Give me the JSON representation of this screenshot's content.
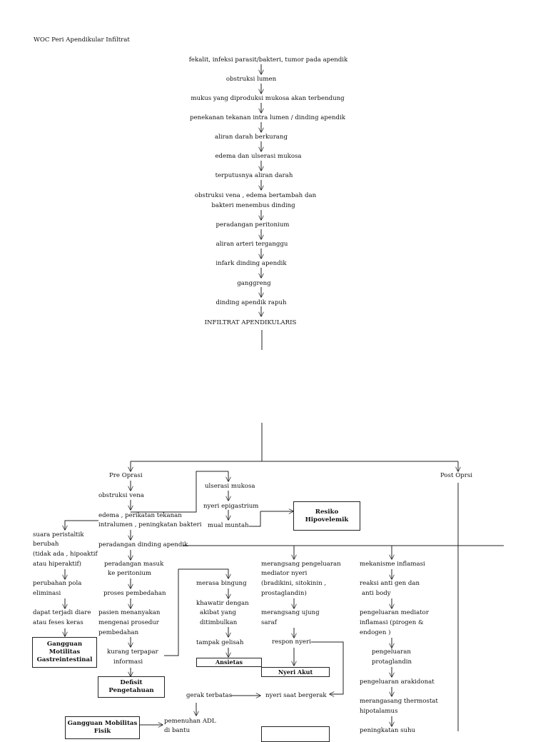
{
  "title": "WOC Peri Apendikular Infiltrat",
  "chain": [
    "fekalit, infeksi parasit/bakteri, tumor pada apendik",
    "obstruksi lumen",
    "mukus yang diproduksi mukosa akan terbendung",
    "penekanan tekanan intra lumen / dinding apendik",
    "aliran darah berkurang",
    "edema dan ulserasi mukosa",
    "terputusnya aliran darah",
    "obstruksi vena , edema bertambah dan",
    "bakteri menembus dinding",
    "peradangan peritonium",
    "aliran arteri terganggu",
    "infark dinding apendik",
    "ganggreng",
    "dinding apendik rapuh",
    "INFILTRAT APENDIKULARIS"
  ],
  "branches": {
    "pre": "Pre Oprasi",
    "post": "Post Oprsi"
  },
  "pre": {
    "obstruksi_vena": "obstruksi vena",
    "edema_1": "edema , perikatan tekanan",
    "edema_2": "intralumen , peningkatan bakteri",
    "peradangan_dinding": "peradangan dinding apendik",
    "peradangan_masuk_1": "peradangan masuk",
    "peradangan_masuk_2": "ke peritonium",
    "proses_pembedahan": "proses pembedahan",
    "pasien_1": "pasien menanyakan",
    "pasien_2": "mengenai prosedur",
    "pasien_3": "pembedahan",
    "kurang_1": "kurang terpapar",
    "kurang_2": "informasi"
  },
  "mid": {
    "ulserasi": "ulserasi mukosa",
    "nyeri_epigastrium": "nyeri epigastrium",
    "mual": "mual muntah"
  },
  "left": {
    "suara_1": "suara peristaltik",
    "suara_2": "berubah",
    "suara_3": "(tidak ada , hipoaktif",
    "suara_4": "atau hiperaktif)",
    "perubahan_1": "perubahan pola",
    "perubahan_2": "eliminasi",
    "diare_1": "dapat terjadi diare",
    "diare_2": "atau feses keras"
  },
  "anx": {
    "merasa": "merasa bingung",
    "khawatir_1": "khawatir dengan",
    "khawatir_2": "akibat yang",
    "khawatir_3": "ditimbulkan",
    "gelisah": "tampak gelisah"
  },
  "pain": {
    "merangsang_1": "merangsang pengeluaran",
    "merangsang_2": "mediator nyeri",
    "merangsang_3": "(bradikini, sitokinin ,",
    "merangsang_4": "prostaglandin)",
    "ujung_1": "merangsang ujung",
    "ujung_2": "saraf",
    "respon": "respon nyeri",
    "gerak": "gerak terbatas",
    "nyeri_bergerak": "nyeri saat bergerak",
    "adl_1": "pemenuhan ADL",
    "adl_2": "di bantu"
  },
  "inflam": {
    "mekanisme": "mekanisme inflamasi",
    "reaksi_1": "reaksi anti gen dan",
    "reaksi_2": "anti body",
    "pengeluaran_med_1": "pengeluaran mediator",
    "pengeluaran_med_2": "inflamasi (pirogen &",
    "pengeluaran_med_3": "endogen )",
    "prota_1": "pengeluaran",
    "prota_2": "protaglandin",
    "arakidonat": "pengeluaran arakidonat",
    "thermo_1": "merangasang thermostat",
    "thermo_2": "hipotalamus",
    "suhu": "peningkatan suhu"
  },
  "diagnoses": {
    "hipovolemik": "Resiko Hipovelemik",
    "gastro_1": "Gangguan Motilitas",
    "gastro_2": "Gastreintestinal",
    "defisit": "Defisit Pengetahuan",
    "ansietas": "Ansietas",
    "nyeri_akut": "Nyeri Akut",
    "mobilitas_1": "Gangguan Mobilitas",
    "mobilitas_2": "Fisik"
  }
}
